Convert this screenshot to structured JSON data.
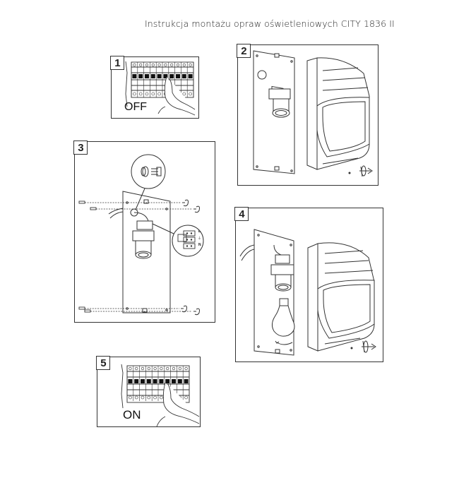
{
  "document": {
    "title": "Instrukcja montażu opraw oświetleniowych CITY 1836 II"
  },
  "steps": [
    {
      "number": "1",
      "caption": "OFF",
      "description": "Switch off circuit breaker"
    },
    {
      "number": "2",
      "caption": "",
      "description": "Remove housing from mounting plate"
    },
    {
      "number": "3",
      "caption": "",
      "description": "Mount plate to wall, connect wires",
      "terminal_labels": [
        "L",
        "⏚",
        "N"
      ]
    },
    {
      "number": "4",
      "caption": "",
      "description": "Insert bulb and reattach housing"
    },
    {
      "number": "5",
      "caption": "ON",
      "description": "Switch on circuit breaker"
    }
  ],
  "colors": {
    "line": "#333333",
    "background": "#ffffff"
  }
}
